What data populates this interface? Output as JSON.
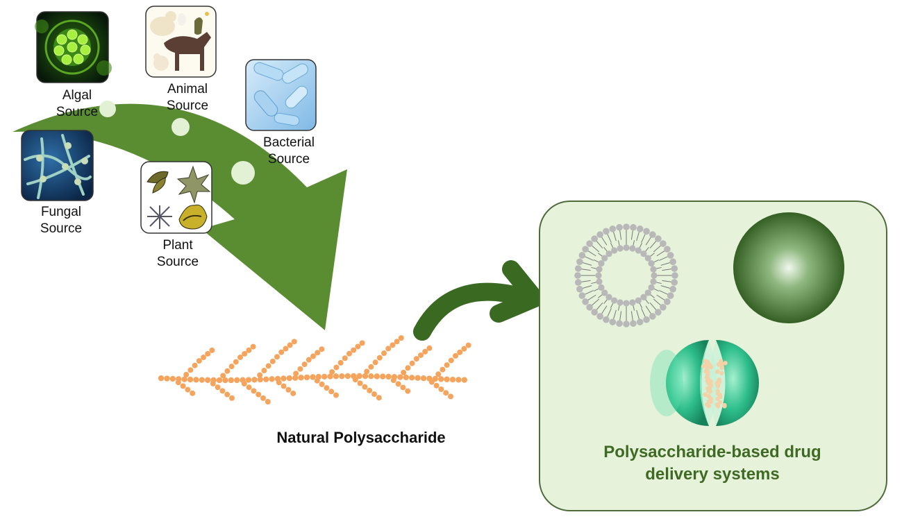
{
  "sources": {
    "algal": "Algal\nSource",
    "animal": "Animal\nSource",
    "bacterial": "Bacterial\nSource",
    "fungal": "Fungal\nSource",
    "plant": "Plant\nSource"
  },
  "polysaccharide_label": "Natural Polysaccharide",
  "dds_label": "Polysaccharide-based drug\ndelivery systems",
  "colors": {
    "arrow_green": "#5a8c32",
    "dark_green": "#3a6a22",
    "panel_fill": "#e6f2da",
    "panel_border": "#4f6b3c",
    "bead_orange": "#f5a45d",
    "liposome_gray": "#b8b8b8",
    "capsule_green": "#27b889"
  },
  "icons": {
    "algal": "algae-cell-icon",
    "animal": "farm-animals-icon",
    "bacterial": "bacteria-capsules-icon",
    "fungal": "fungal-hyphae-icon",
    "plant": "plant-leaves-icon",
    "liposome": "liposome-icon",
    "nanoparticle": "nanosphere-icon",
    "capsule": "split-nanocapsule-icon"
  }
}
